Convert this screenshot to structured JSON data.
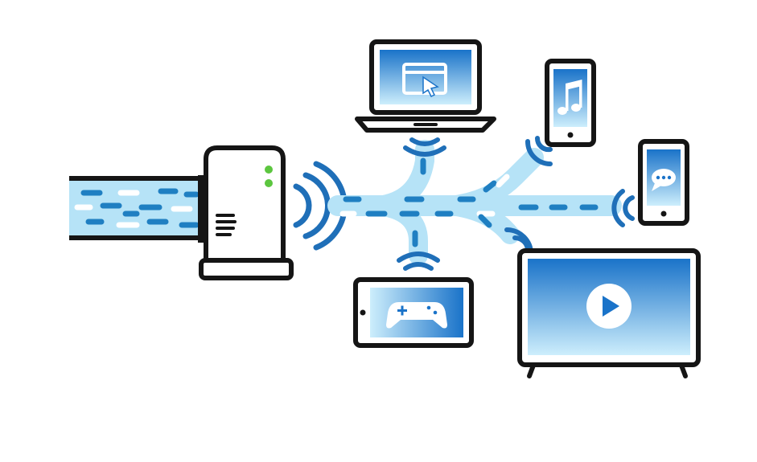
{
  "colors": {
    "outline": "#151515",
    "stream_light": "#b6e3f7",
    "stream_dash": "#1f7fc2",
    "screen_top": "#1a73c9",
    "screen_bottom": "#cdeefc",
    "led": "#5cc63f",
    "wave": "#1f6fb8",
    "white": "#ffffff"
  },
  "nodes": [
    {
      "id": "router",
      "kind": "router",
      "icon": "router-icon"
    },
    {
      "id": "laptop",
      "kind": "laptop",
      "screen_icon": "cursor-window-icon"
    },
    {
      "id": "phone-music",
      "kind": "phone",
      "screen_icon": "music-note-icon"
    },
    {
      "id": "phone-chat",
      "kind": "phone",
      "screen_icon": "chat-bubble-icon"
    },
    {
      "id": "tablet-game",
      "kind": "tablet",
      "screen_icon": "gamepad-icon"
    },
    {
      "id": "tv-video",
      "kind": "tv",
      "screen_icon": "play-button-icon"
    }
  ]
}
